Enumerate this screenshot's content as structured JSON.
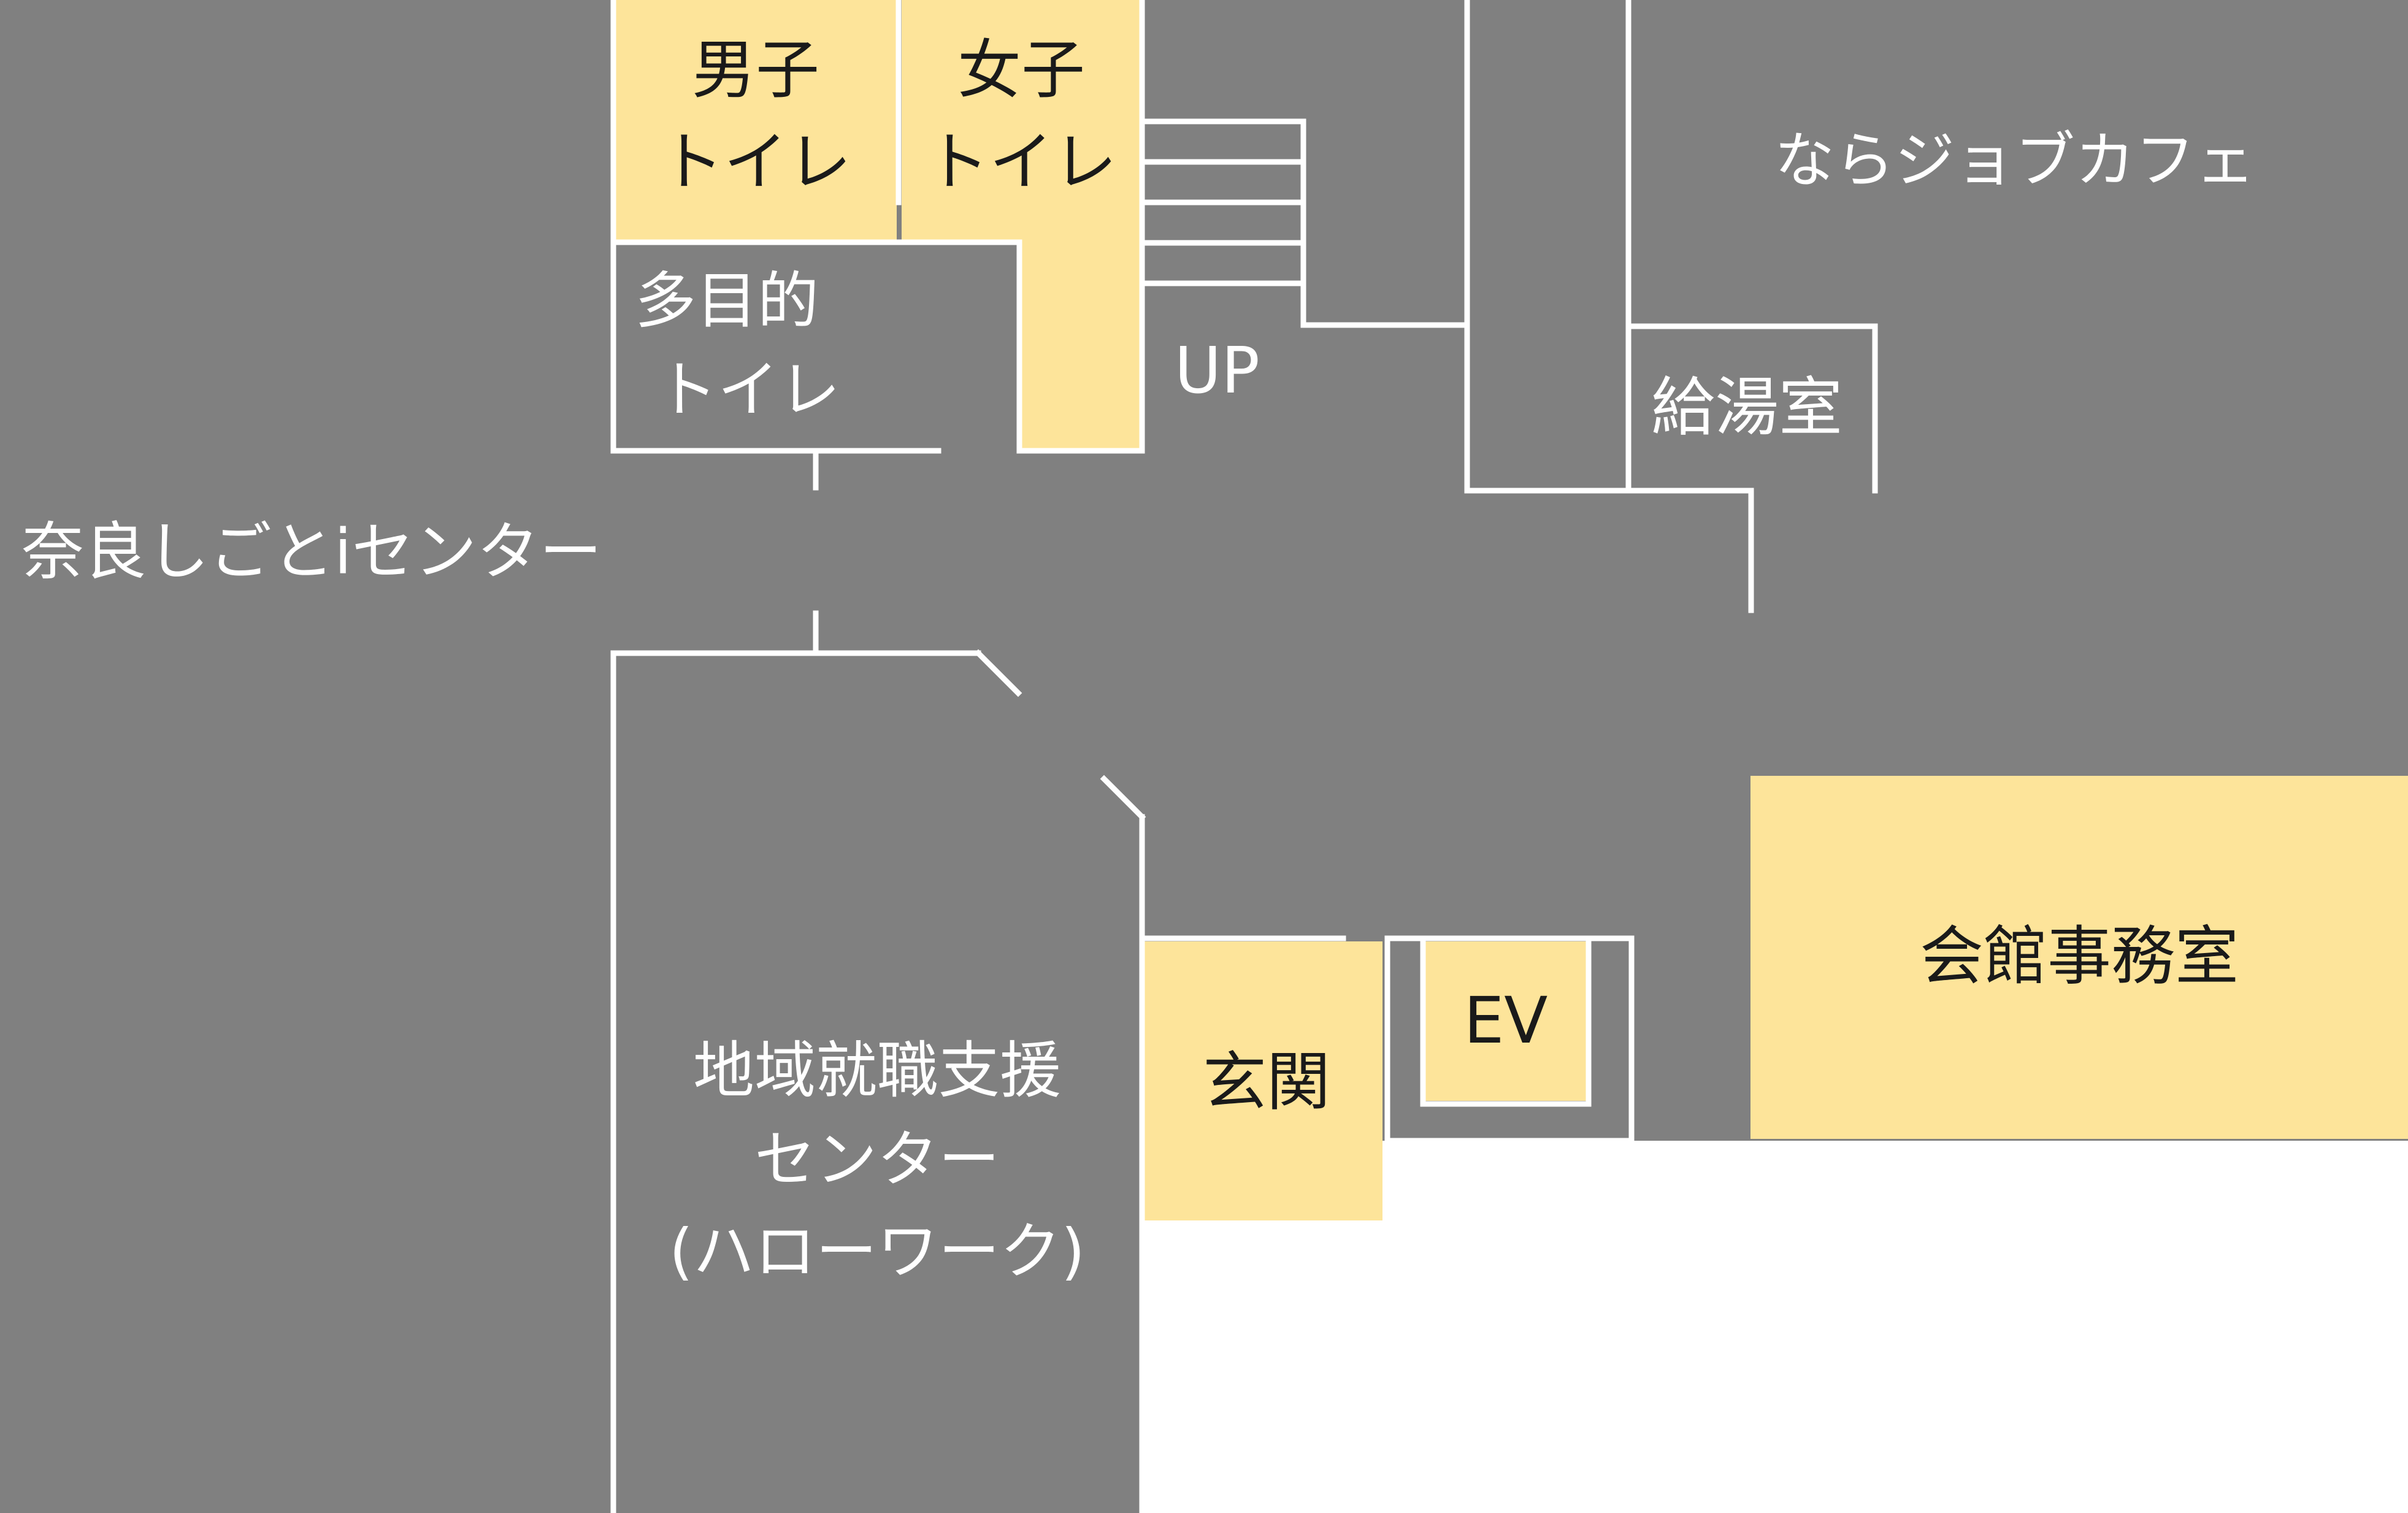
{
  "colors": {
    "floor": "#808080",
    "highlight": "#fde49a",
    "wall": "#ffffff",
    "label_on_gray": "#ffffff",
    "label_on_highlight": "#1a1a1a"
  },
  "rooms": {
    "mens_toilet": [
      "男子",
      "トイレ"
    ],
    "womens_toilet": [
      "女子",
      "トイレ"
    ],
    "multipurpose_toilet": [
      "多目的",
      "トイレ"
    ],
    "stairs_label": "UP",
    "nara_job_cafe": "ならジョブカフェ",
    "kitchenette": "給湯室",
    "nara_shigoto_i_center": "奈良しごとiセンター",
    "hello_work": [
      "地域就職支援",
      "センター",
      "(ハローワーク)"
    ],
    "entrance": "玄関",
    "elevator": "EV",
    "hall_office": "会館事務室"
  }
}
